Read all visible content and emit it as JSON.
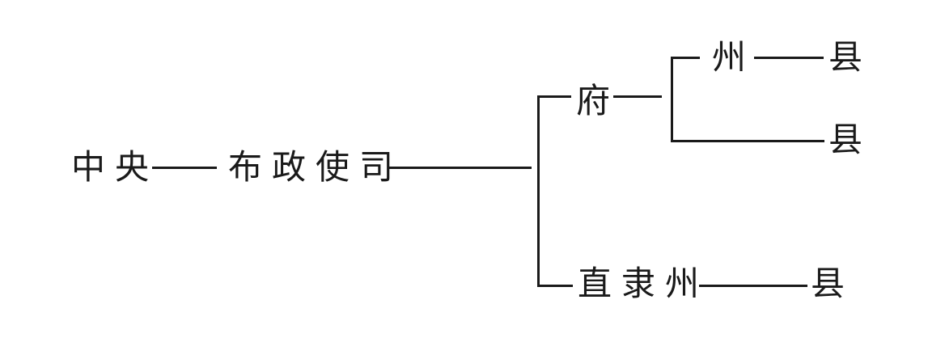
{
  "nodes": {
    "central": "中央",
    "provincial": "布政使司",
    "prefecture": "府",
    "prefecture_zhou": "州",
    "prefecture_zhou_county": "县",
    "prefecture_county": "县",
    "direct_zhou": "直隶州",
    "direct_zhou_county": "县"
  }
}
